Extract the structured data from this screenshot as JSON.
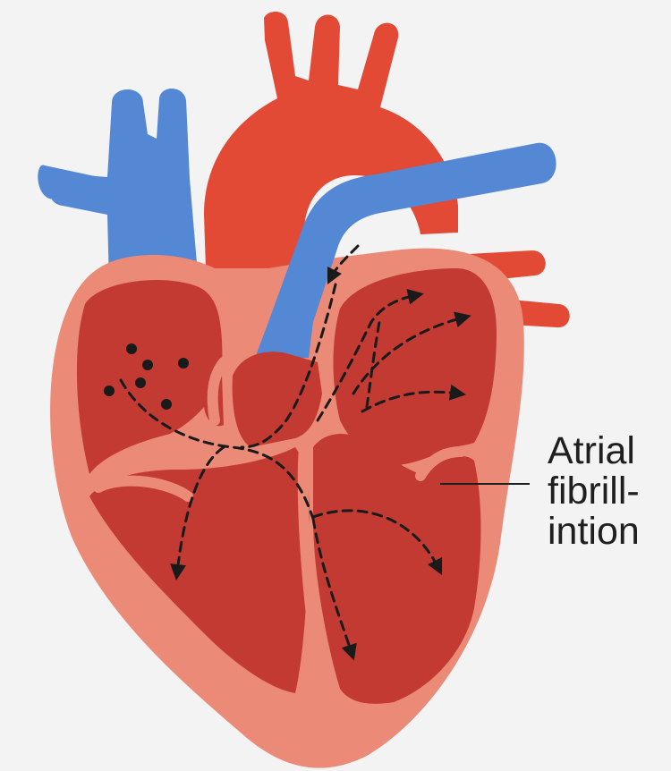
{
  "annotation": {
    "lines": [
      "Atrial",
      "fibrill-",
      "intion"
    ]
  },
  "colors": {
    "background": "#f3f3f3",
    "artery_red": "#e24a36",
    "vein_blue": "#5588d4",
    "heart_outer_pink": "#ec8a78",
    "chamber_dark_red": "#c23a32",
    "arrows_black": "#1a1a1a"
  }
}
